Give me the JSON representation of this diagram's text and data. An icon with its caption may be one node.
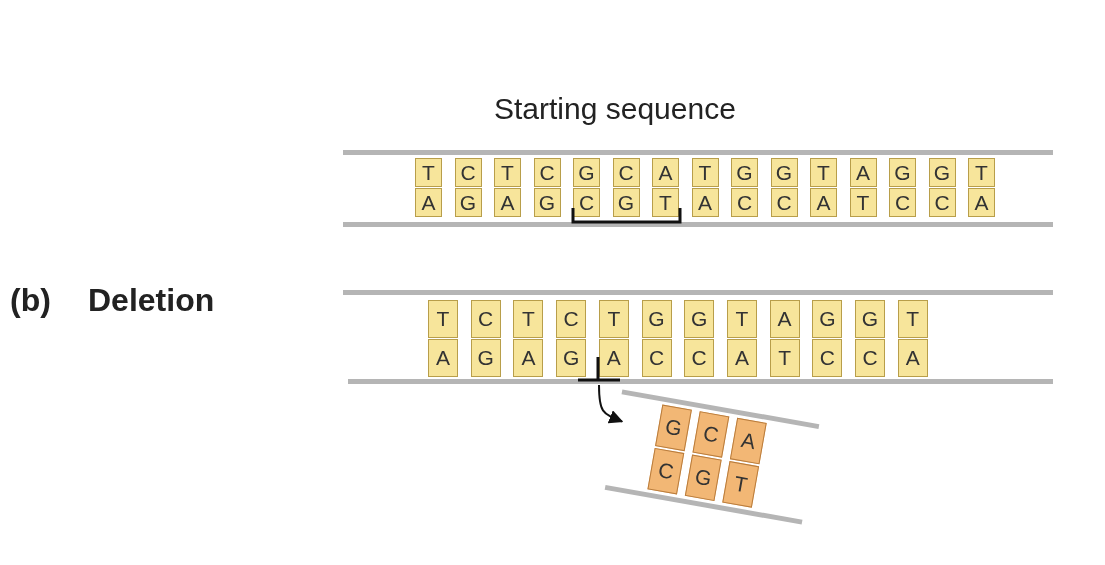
{
  "diagram": {
    "nodes": [
      {
        "text": [],
        "shape": "bar"
      },
      {
        "text": [
          "G",
          "C",
          "A",
          "C",
          "G",
          "T"
        ]
      }
    ],
    "edges": [
      {
        "from": 0,
        "to": 1,
        "arrow": "to"
      }
    ],
    "labels": [
      "Starting sequence",
      "T",
      "C",
      "T",
      "C",
      "G",
      "C",
      "A",
      "T",
      "G",
      "G",
      "T",
      "A",
      "G",
      "G",
      "T",
      "A",
      "G",
      "A",
      "G",
      "C",
      "G",
      "T",
      "A",
      "C",
      "C",
      "A",
      "T",
      "C",
      "C",
      "A",
      "(b)",
      "Deletion",
      "T",
      "C",
      "T",
      "C",
      "T",
      "G",
      "G",
      "T",
      "A",
      "G",
      "G",
      "T",
      "A",
      "G",
      "A",
      "G",
      "A",
      "C",
      "C",
      "A",
      "T",
      "C",
      "C",
      "A"
    ]
  }
}
